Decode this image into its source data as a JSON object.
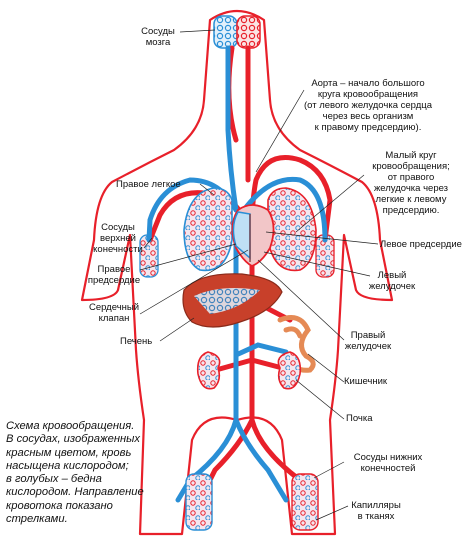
{
  "labels": {
    "brain_vessels": "Сосуды\nмозга",
    "aorta": "Аорта – начало большого\nкруга кровообращения\n(от левого желудочка сердца\nчерез весь организм\nк правому предсердию).",
    "pulmonary_circuit": "Малый круг\nкровообращения;\nот правого\nжелудочка через\nлегкие к левому\nпредсердию.",
    "right_lung": "Правое легкое",
    "upper_limb_vessels": "Сосуды\nверхней\nконечности",
    "left_atrium": "Левое предсердие",
    "right_atrium": "Правое\nпредсердие",
    "left_ventricle": "Левый\nжелудочек",
    "heart_valve": "Сердечный\nклапан",
    "liver": "Печень",
    "right_ventricle": "Правый\nжелудочек",
    "intestine": "Кишечник",
    "kidney": "Почка",
    "lower_limb_vessels": "Сосуды нижних\nконечностей",
    "tissue_capillaries": "Капилляры\nв тканях"
  },
  "caption": "Схема кровообращения.\nВ сосудах, изображенных\nкрасным цветом, кровь\nнасыщена кислородом;\nв голубых – бедна\nкислородом. Направление\nкровотока показано\nстрелками.",
  "colors": {
    "artery": "#e8202a",
    "vein": "#2a8fd6",
    "body_outline": "#e8202a",
    "liver": "#c8402a",
    "intestine": "#f0a070",
    "kidney": "#e2553a",
    "leader_line": "#222222"
  }
}
